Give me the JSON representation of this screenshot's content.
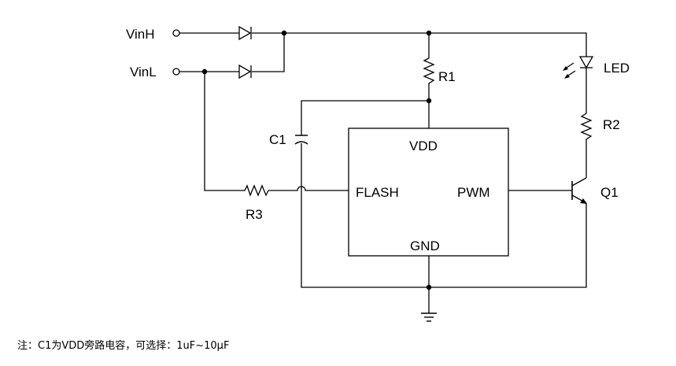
{
  "labels": {
    "vinh": "VinH",
    "vinl": "VinL",
    "r1": "R1",
    "r2": "R2",
    "r3": "R3",
    "c1": "C1",
    "led": "LED",
    "q1": "Q1",
    "vdd": "VDD",
    "flash": "FLASH",
    "pwm": "PWM",
    "gnd": "GND"
  },
  "note": "注：C1为VDD旁路电容，可选择：1uF~10μF"
}
